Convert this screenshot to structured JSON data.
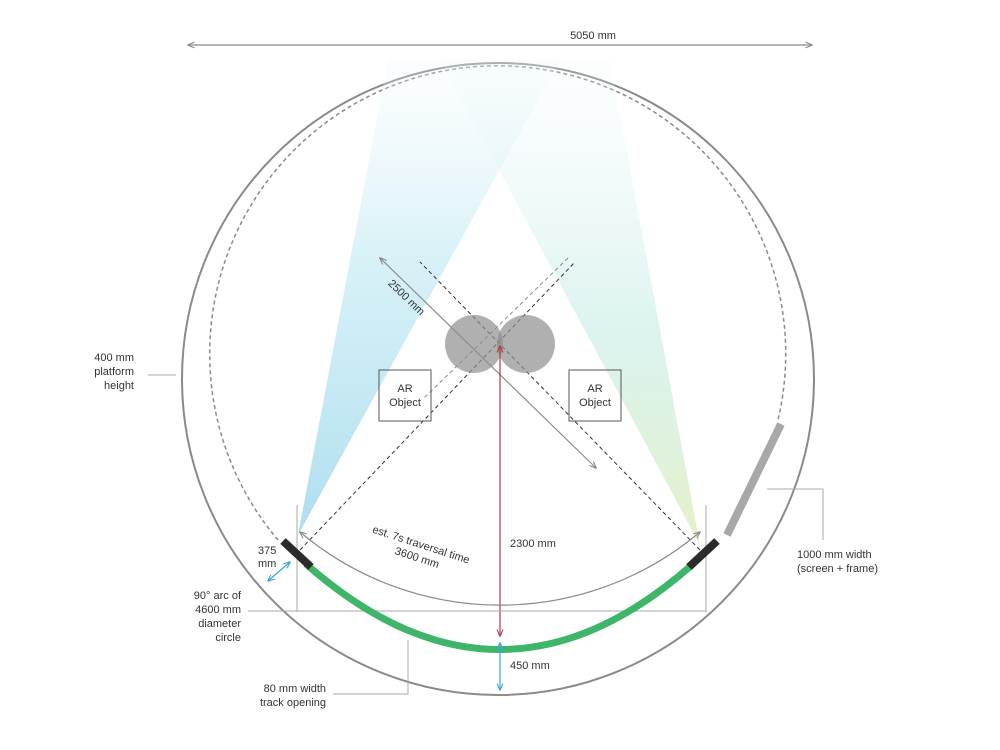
{
  "labels": {
    "overall_width": "5050 mm",
    "platform_height": [
      "400 mm",
      "platform",
      "height"
    ],
    "diagonal": "2500 mm",
    "ar_object_left": [
      "AR",
      "Object"
    ],
    "ar_object_right": [
      "AR",
      "Object"
    ],
    "traversal": [
      "est. 7s traversal time",
      "3600 mm"
    ],
    "center_distance": "2300 mm",
    "end_offset": [
      "375",
      "mm"
    ],
    "arc_bold": "90° arc",
    "arc_rest": " of",
    "arc_desc": [
      "4600 mm",
      "diameter",
      "circle"
    ],
    "track_opening": [
      "80 mm width",
      "track opening"
    ],
    "bottom_gap": "450 mm",
    "screen_width": [
      "1000 mm width",
      "(screen + frame)"
    ]
  },
  "colors": {
    "outline": "#8a8a8a",
    "track": "#3fb56a",
    "dimension_accent": "#3aa6d6",
    "center_line": "#b23a4a",
    "screen_end": "#2b2b2b",
    "screen_panel": "#a8a8a8",
    "beam_left": "#bfe6f3",
    "beam_right": "#dff0c8",
    "viewer": "#8f8f8f"
  }
}
